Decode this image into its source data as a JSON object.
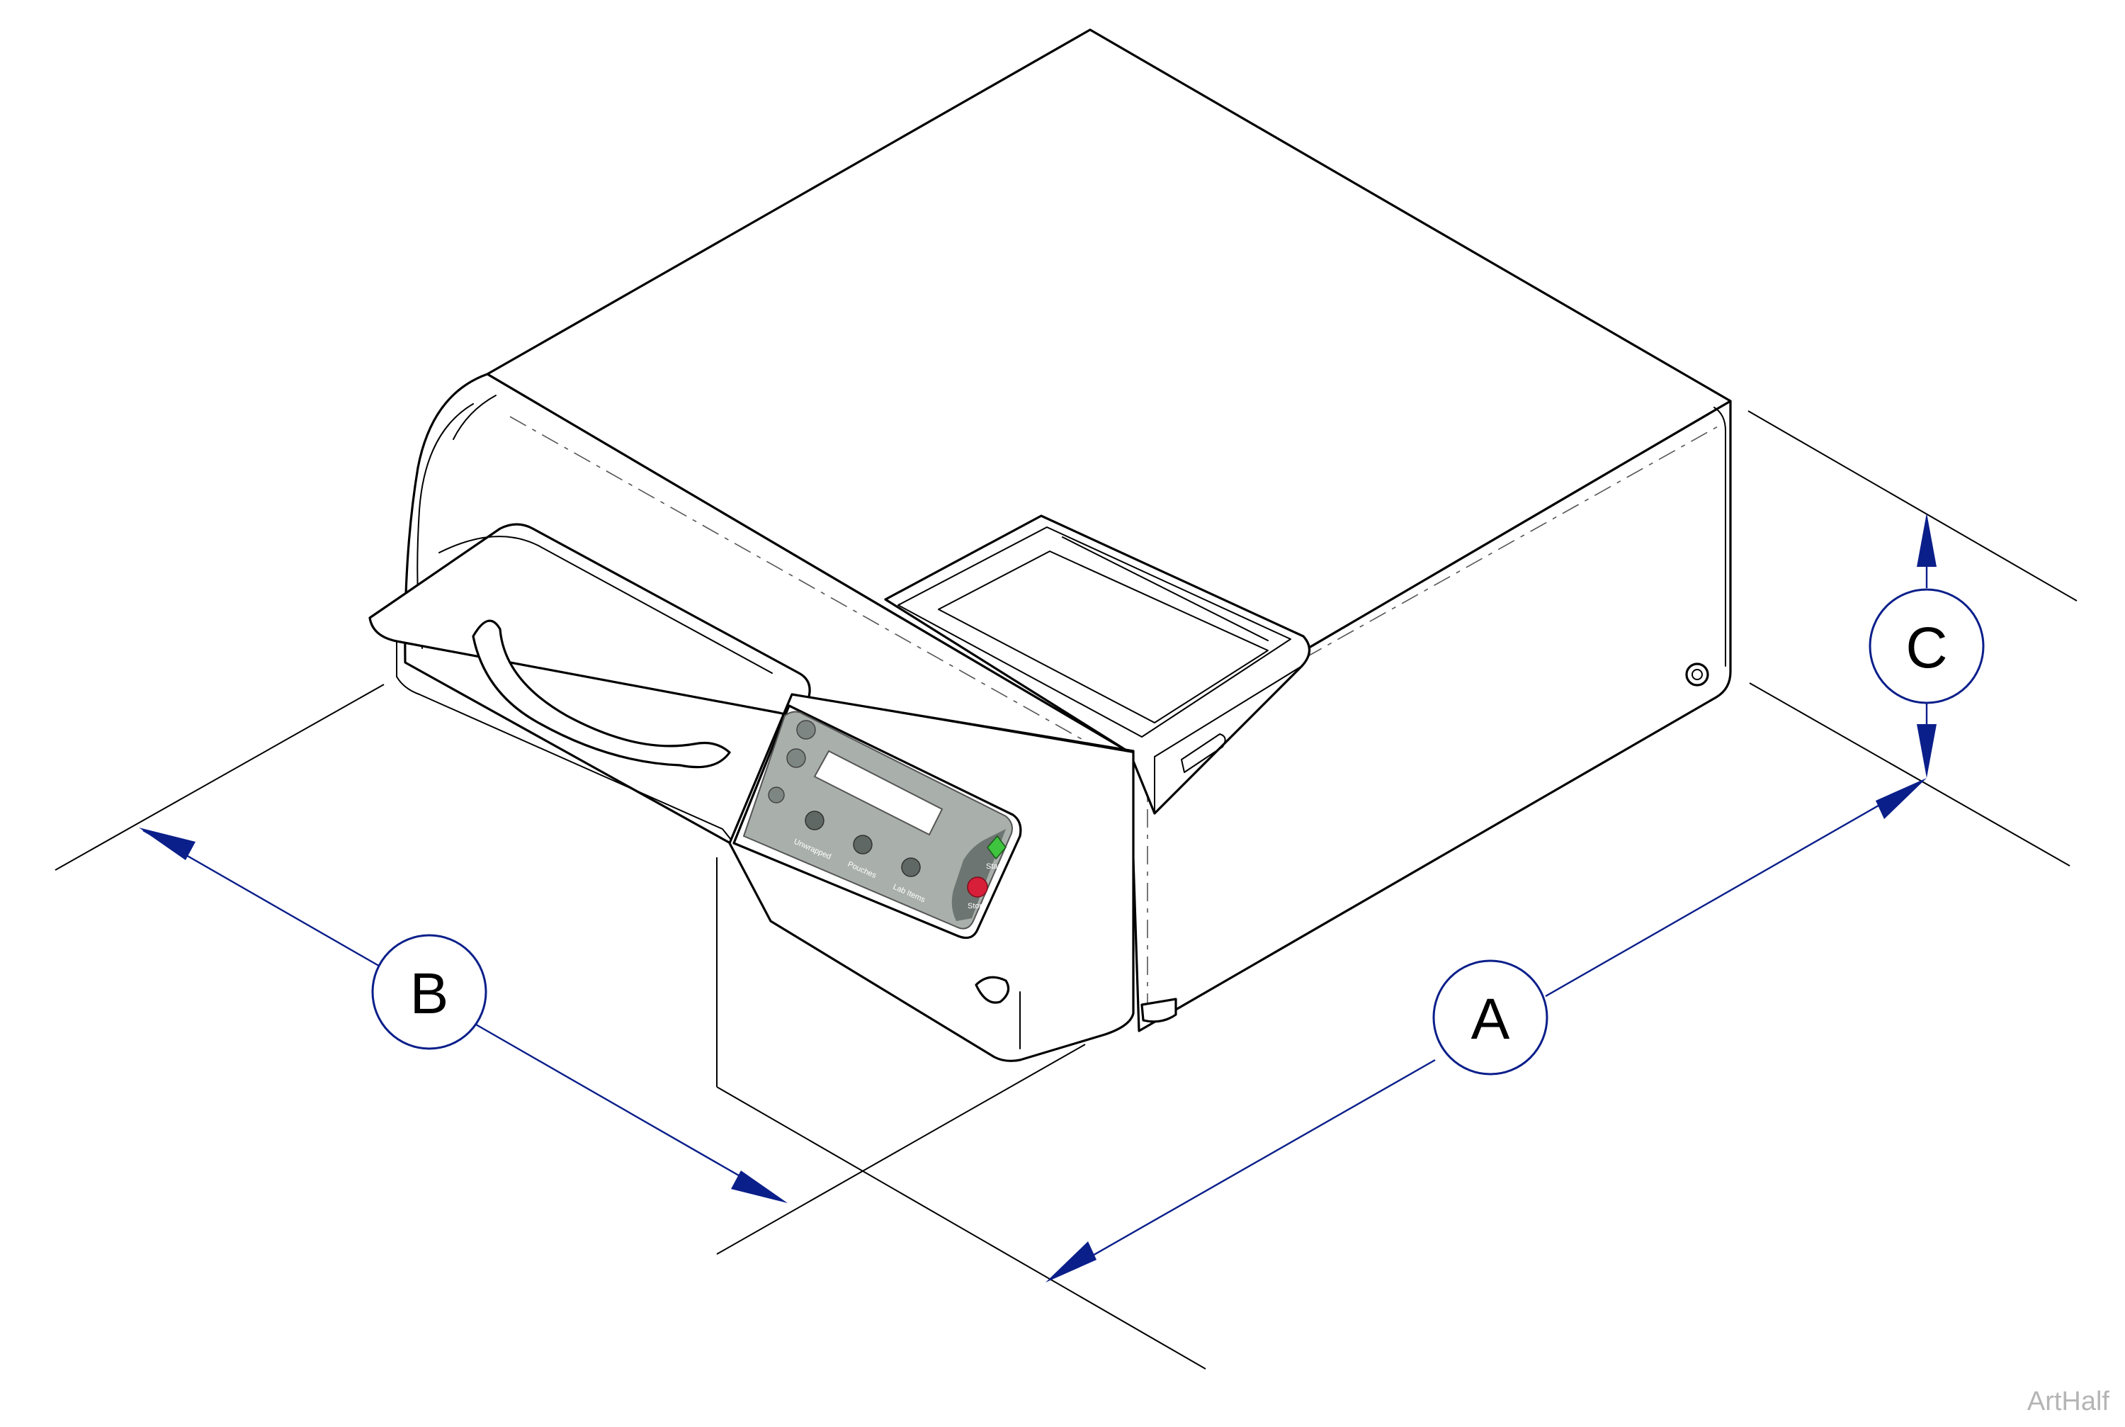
{
  "dimension_labels": {
    "a": "A",
    "b": "B",
    "c": "C"
  },
  "control_panel": {
    "buttons": [
      "Unwrapped",
      "Pouches",
      "Lab Items"
    ],
    "start_label": "Start",
    "stop_label": "Stop",
    "start_color": "#3ec43e",
    "stop_color": "#d81f3a",
    "panel_color": "#a9b0ac"
  },
  "colors": {
    "dimension_line": "#0b1f8a",
    "outline": "#000000",
    "watermark": "#b5b5b5"
  },
  "watermark": "ArtHalf"
}
